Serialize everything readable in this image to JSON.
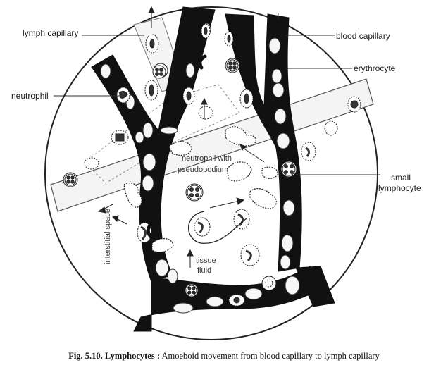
{
  "labels": {
    "lymph_capillary": "lymph capillary",
    "blood_capillary": "blood capillary",
    "erythrocyte": "erythrocyte",
    "neutrophil": "neutrophil",
    "neutrophil_pseudopodium_line1": "neutrophil with",
    "neutrophil_pseudopodium_line2": "pseudopodium",
    "small_lymphocyte_line1": "small",
    "small_lymphocyte_line2": "lymphocyte",
    "interstitial_space": "interstitial space",
    "tissue_fluid_line1": "tissue",
    "tissue_fluid_line2": "fluid"
  },
  "caption": {
    "fig_label": "Fig. 5.10. Lymphocytes :",
    "text": "Amoeboid movement from blood capillary to lymph capillary"
  },
  "colors": {
    "vessel": "#111111",
    "cell_outline": "#222222",
    "lymph_vessel_fill": "#f2f2f2"
  }
}
